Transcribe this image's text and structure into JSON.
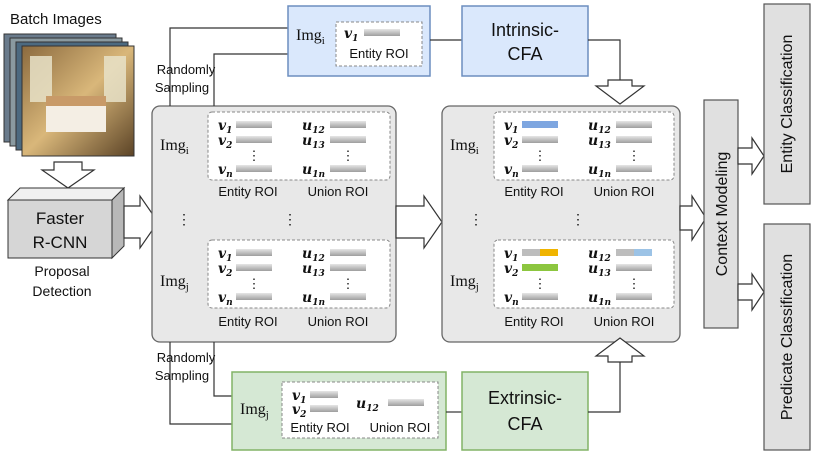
{
  "batch": {
    "title": "Batch Images"
  },
  "detector": {
    "line1": "Faster",
    "line2": "R-CNN",
    "caption1": "Proposal",
    "caption2": "Detection"
  },
  "sampling": {
    "top_line1": "Randomly",
    "top_line2": "Sampling",
    "bottom_line1": "Randomly",
    "bottom_line2": "Sampling"
  },
  "img_labels": {
    "i": "Img",
    "i_sub": "i",
    "j": "Img",
    "j_sub": "j"
  },
  "roi": {
    "entity": "Entity ROI",
    "union": "Union ROI"
  },
  "vars": {
    "v": "v",
    "u": "u",
    "v1_sub": "1",
    "v2_sub": "2",
    "vn_sub": "n",
    "u12_sub": "12",
    "u13_sub": "13",
    "u1n_sub": "1n",
    "dots": "⋮",
    "hdots": "⋮"
  },
  "intrinsic": {
    "line1": "Intrinsic-",
    "line2": "CFA"
  },
  "extrinsic": {
    "line1": "Extrinsic-",
    "line2": "CFA"
  },
  "context": {
    "label": "Context Modeling"
  },
  "outputs": {
    "entity": "Entity Classification",
    "predicate": "Predicate Classification"
  },
  "colors": {
    "intrinsic_fill": "#dae8fc",
    "intrinsic_stroke": "#6c8ebf",
    "extrinsic_fill": "#d5e8d4",
    "extrinsic_stroke": "#82b366",
    "panel_fill": "#e8e8e8",
    "panel_stroke": "#666666",
    "bar_grey": "#bdbdbd",
    "bar_blue": "#7ea6e0",
    "bar_yellow": "#f0b400",
    "bar_green": "#8cc63f",
    "bar_lightblue": "#9cc3e6"
  }
}
